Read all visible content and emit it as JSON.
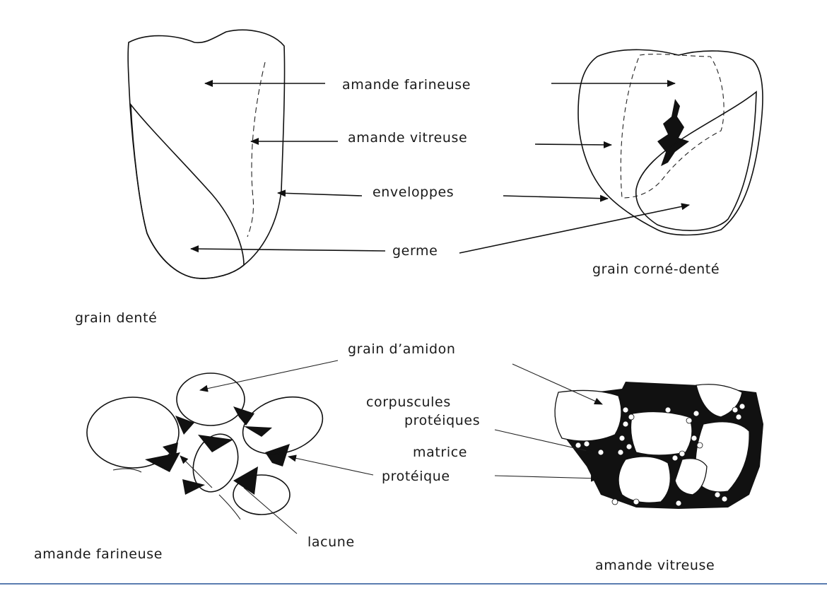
{
  "labels": {
    "amande_farineuse": "amande farineuse",
    "amande_vitreuse": "amande vitreuse",
    "enveloppes": "enveloppes",
    "germe": "germe",
    "grain_corne_dente": "grain corné-denté",
    "grain_dente": "grain denté",
    "grain_amidon": "grain d’amidon",
    "corpuscules_line1": "corpuscules",
    "corpuscules_line2": "protéiques",
    "matrice_line1": "matrice",
    "matrice_line2": "protéique",
    "lacune": "lacune",
    "bottom_farineuse": "amande farineuse",
    "bottom_vitreuse": "amande vitreuse"
  },
  "colors": {
    "ink": "#111111",
    "paper": "#ffffff",
    "rule": "#5b7db0"
  }
}
